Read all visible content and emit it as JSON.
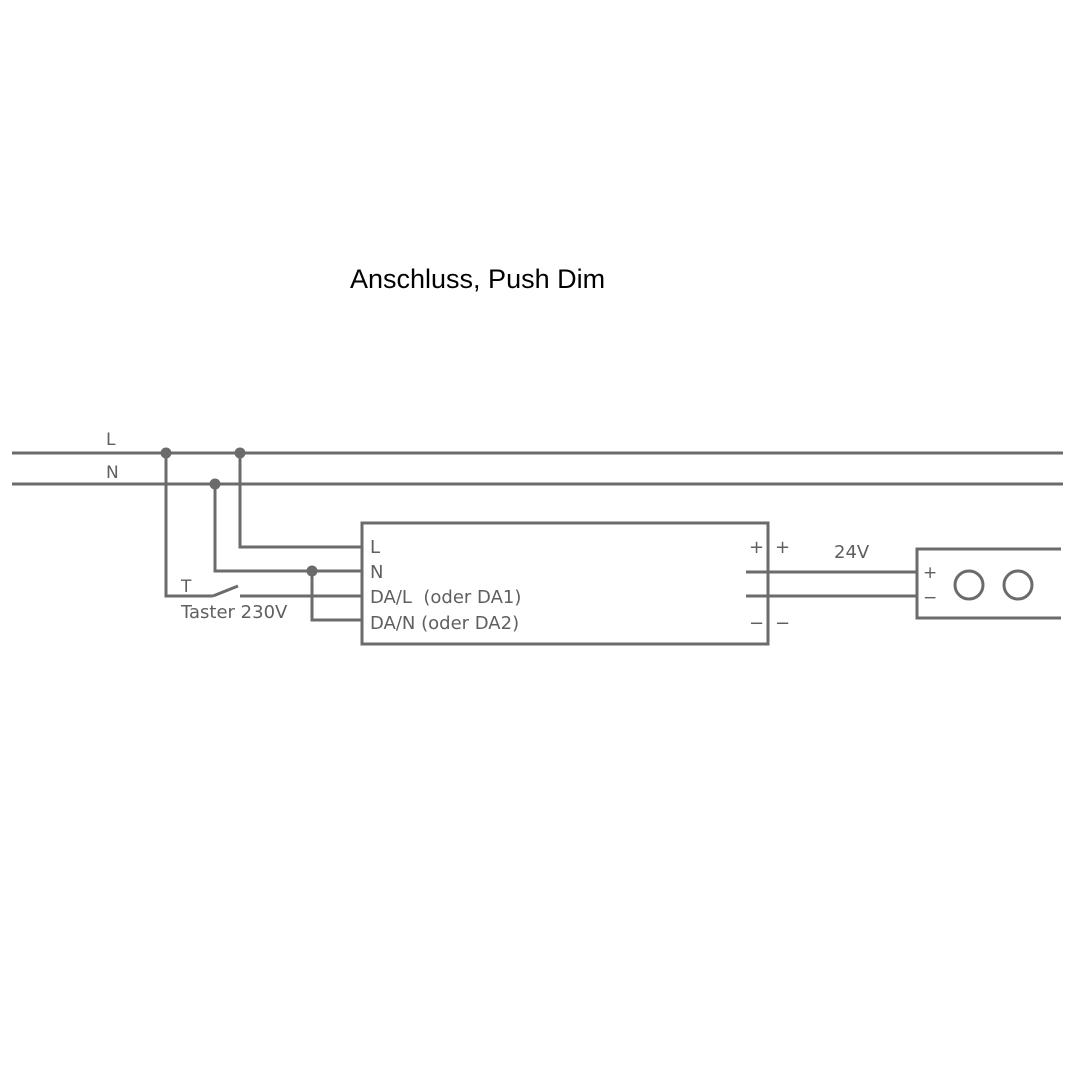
{
  "title": "Anschluss, Push Dim",
  "colors": {
    "wire": "#6b6b6b",
    "text": "#5f5f5f",
    "title": "#000000",
    "background": "#ffffff"
  },
  "bus": {
    "line_label": "L",
    "neutral_label": "N"
  },
  "switch": {
    "symbol_label": "T",
    "caption": "Taster 230V"
  },
  "driver": {
    "inputs": {
      "l": "L",
      "n": "N",
      "dal": "DA/L  (oder DA1)",
      "dan": "DA/N (oder DA2)"
    },
    "outputs": {
      "plus_inner": "+",
      "plus_outer": "+",
      "minus_inner": "−",
      "minus_outer": "−"
    }
  },
  "output_voltage": "24V",
  "led_strip": {
    "plus": "+",
    "minus": "−",
    "leds": 2
  }
}
